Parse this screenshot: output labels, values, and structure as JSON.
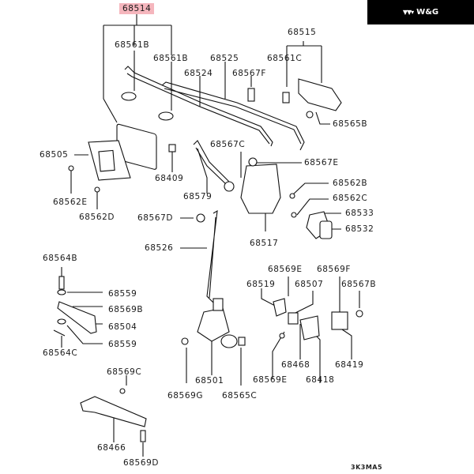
{
  "brand": {
    "mark": "▼▼▾",
    "name": "W&G"
  },
  "diagram_code": "3K3MA5",
  "highlight_color": "#f5b6bd",
  "labels": {
    "p68514": "68514",
    "p68561B_a": "68561B",
    "p68561B_b": "68561B",
    "p68525": "68525",
    "p68524": "68524",
    "p68567F": "68567F",
    "p68515": "68515",
    "p68561C": "68561C",
    "p68565B": "68565B",
    "p68505": "68505",
    "p68409": "68409",
    "p68567C": "68567C",
    "p68567E": "68567E",
    "p68562B": "68562B",
    "p68562C": "68562C",
    "p68562E": "68562E",
    "p68562D": "68562D",
    "p68579": "68579",
    "p68533": "68533",
    "p68532": "68532",
    "p68567D": "68567D",
    "p68517": "68517",
    "p68526": "68526",
    "p68564B": "68564B",
    "p68559_a": "68559",
    "p68569B": "68569B",
    "p68504": "68504",
    "p68559_b": "68559",
    "p68564C": "68564C",
    "p68569E_a": "68569E",
    "p68569F": "68569F",
    "p68519": "68519",
    "p68507": "68507",
    "p68567B": "68567B",
    "p68468": "68468",
    "p68419": "68419",
    "p68569E_b": "68569E",
    "p68418": "68418",
    "p68501": "68501",
    "p68569G": "68569G",
    "p68565C": "68565C",
    "p68569C": "68569C",
    "p68466": "68466",
    "p68569D": "68569D"
  }
}
